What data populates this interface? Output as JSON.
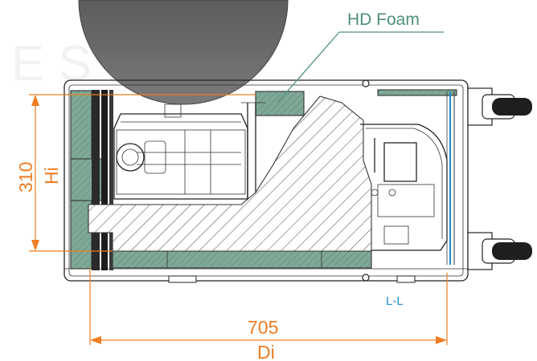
{
  "callout": {
    "label": "HD Foam"
  },
  "dimensions": {
    "height": {
      "value": "310",
      "symbol": "Hi"
    },
    "depth": {
      "value": "705",
      "symbol": "Di"
    }
  },
  "section_label": "L-L",
  "colors": {
    "foam_fill": "#7fa896",
    "dimension": "#ee7d22",
    "callout": "#4f8f7d",
    "section": "#1f8fd0",
    "sphere": "#6e6e6e"
  }
}
